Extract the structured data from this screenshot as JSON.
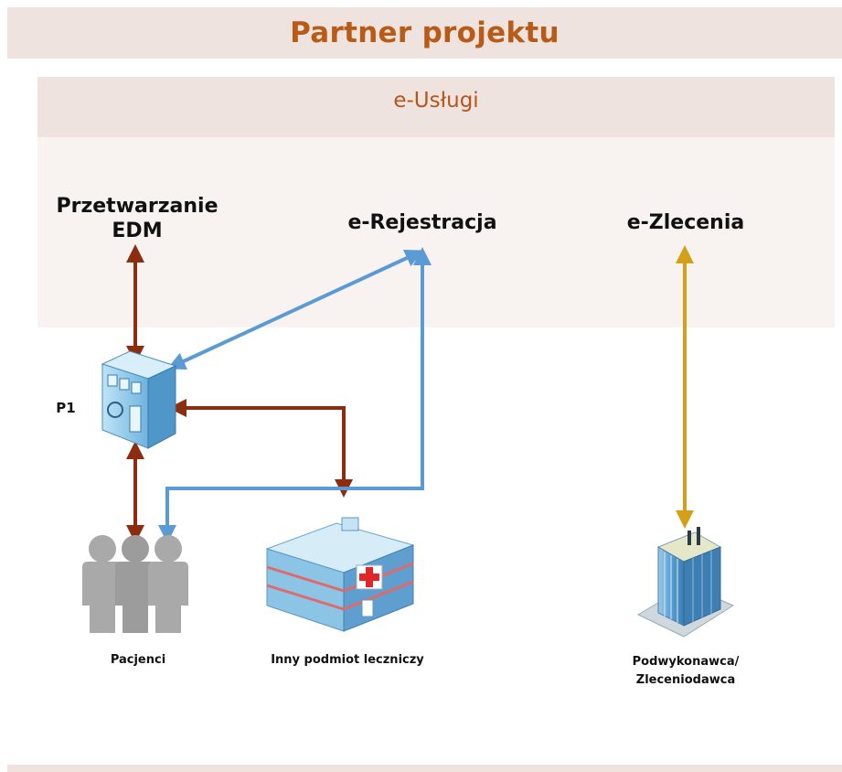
{
  "header": {
    "title": "Partner projektu",
    "cut_text": "",
    "bar_color": "#eee3df",
    "title_color": "#b95a16"
  },
  "services": {
    "section_title": "e-Usługi",
    "items": [
      "Przetwarzanie EDM",
      "e-Rejestracja",
      "e-Zlecenia"
    ]
  },
  "nodes": {
    "p1": "P1",
    "patients": "Pacjenci",
    "other_entity": "Inny podmiot leczniczy",
    "subcontractor_line1": "Podwykonawca/",
    "subcontractor_line2": "Zleceniodawca"
  },
  "colors": {
    "edm_arrow": "#8b2d0e",
    "rejestracja_arrow": "#5b9bd5",
    "zlecenia_arrow": "#d4a017"
  },
  "icons": [
    "server-icon",
    "patients-group-icon",
    "hospital-icon",
    "office-building-icon"
  ]
}
